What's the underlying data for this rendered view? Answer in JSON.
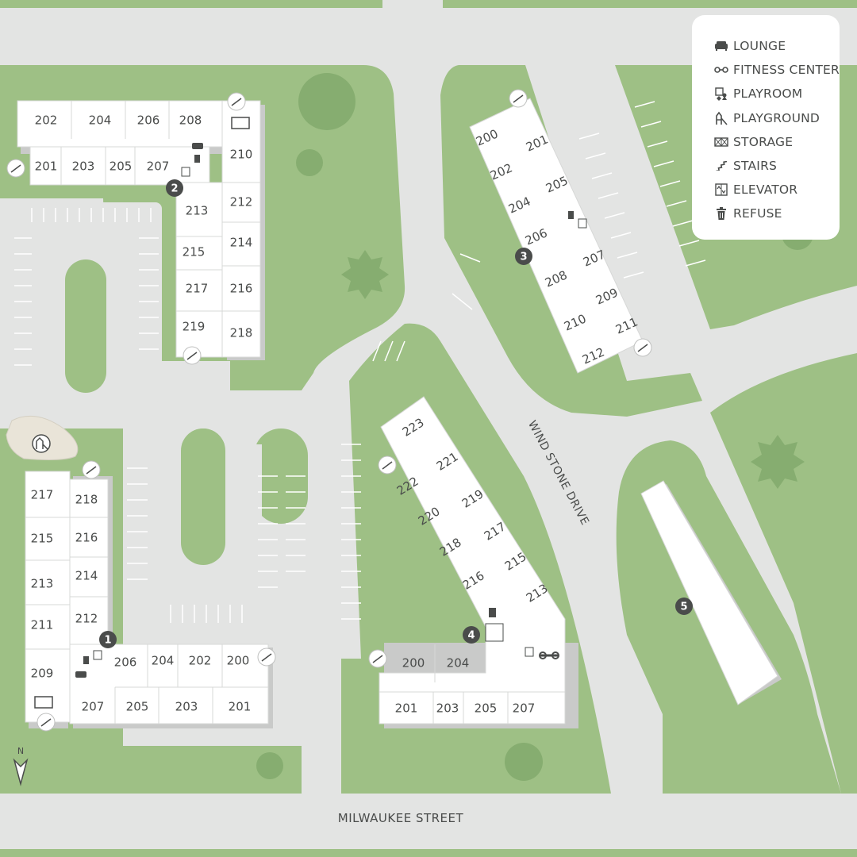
{
  "streets": {
    "bottom": "MILWAUKEE STREET",
    "diagonal": "WIND STONE DRIVE"
  },
  "compass": {
    "label": "N"
  },
  "legend": {
    "items": [
      {
        "label": "LOUNGE",
        "icon": "lounge-icon"
      },
      {
        "label": "FITNESS CENTER",
        "icon": "fitness-icon"
      },
      {
        "label": "PLAYROOM",
        "icon": "playroom-icon"
      },
      {
        "label": "PLAYGROUND",
        "icon": "playground-icon"
      },
      {
        "label": "STORAGE",
        "icon": "storage-icon"
      },
      {
        "label": "STAIRS",
        "icon": "stairs-icon"
      },
      {
        "label": "ELEVATOR",
        "icon": "elevator-icon"
      },
      {
        "label": "REFUSE",
        "icon": "refuse-icon"
      }
    ]
  },
  "building_numbers": [
    "1",
    "2",
    "3",
    "4",
    "5"
  ],
  "units": {
    "b2": [
      "202",
      "204",
      "206",
      "208",
      "201",
      "203",
      "205",
      "207",
      "210",
      "213",
      "212",
      "214",
      "215",
      "217",
      "216",
      "219",
      "218"
    ],
    "b1": [
      "217",
      "218",
      "215",
      "216",
      "213",
      "214",
      "211",
      "212",
      "209",
      "206",
      "204",
      "202",
      "200",
      "207",
      "205",
      "203",
      "201"
    ],
    "b3": [
      "200",
      "201",
      "202",
      "205",
      "204",
      "206",
      "207",
      "208",
      "209",
      "210",
      "211",
      "212"
    ],
    "b4": [
      "223",
      "221",
      "222",
      "219",
      "220",
      "217",
      "218",
      "215",
      "216",
      "213",
      "200",
      "204",
      "201",
      "203",
      "205",
      "207"
    ]
  },
  "colors": {
    "grass": "#9ec085",
    "road": "#e3e4e3",
    "building": "#ffffff",
    "shadow": "#c9cac9",
    "tree": "#86ad70",
    "marker": "#4a4c4b",
    "text": "#4a4c4b"
  }
}
